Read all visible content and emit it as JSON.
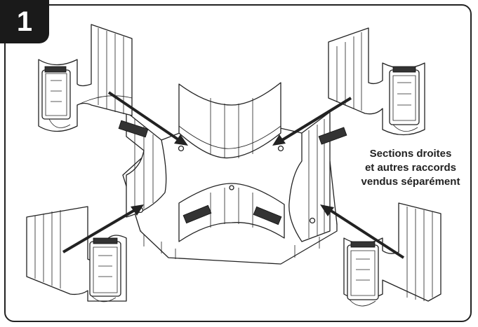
{
  "step": {
    "number": "1"
  },
  "note": {
    "lines": [
      "Sections droites",
      "et autres raccords",
      "vendus séparément"
    ]
  },
  "colors": {
    "ink": "#222222",
    "badge": "#1a1a1a",
    "background": "#ffffff"
  }
}
